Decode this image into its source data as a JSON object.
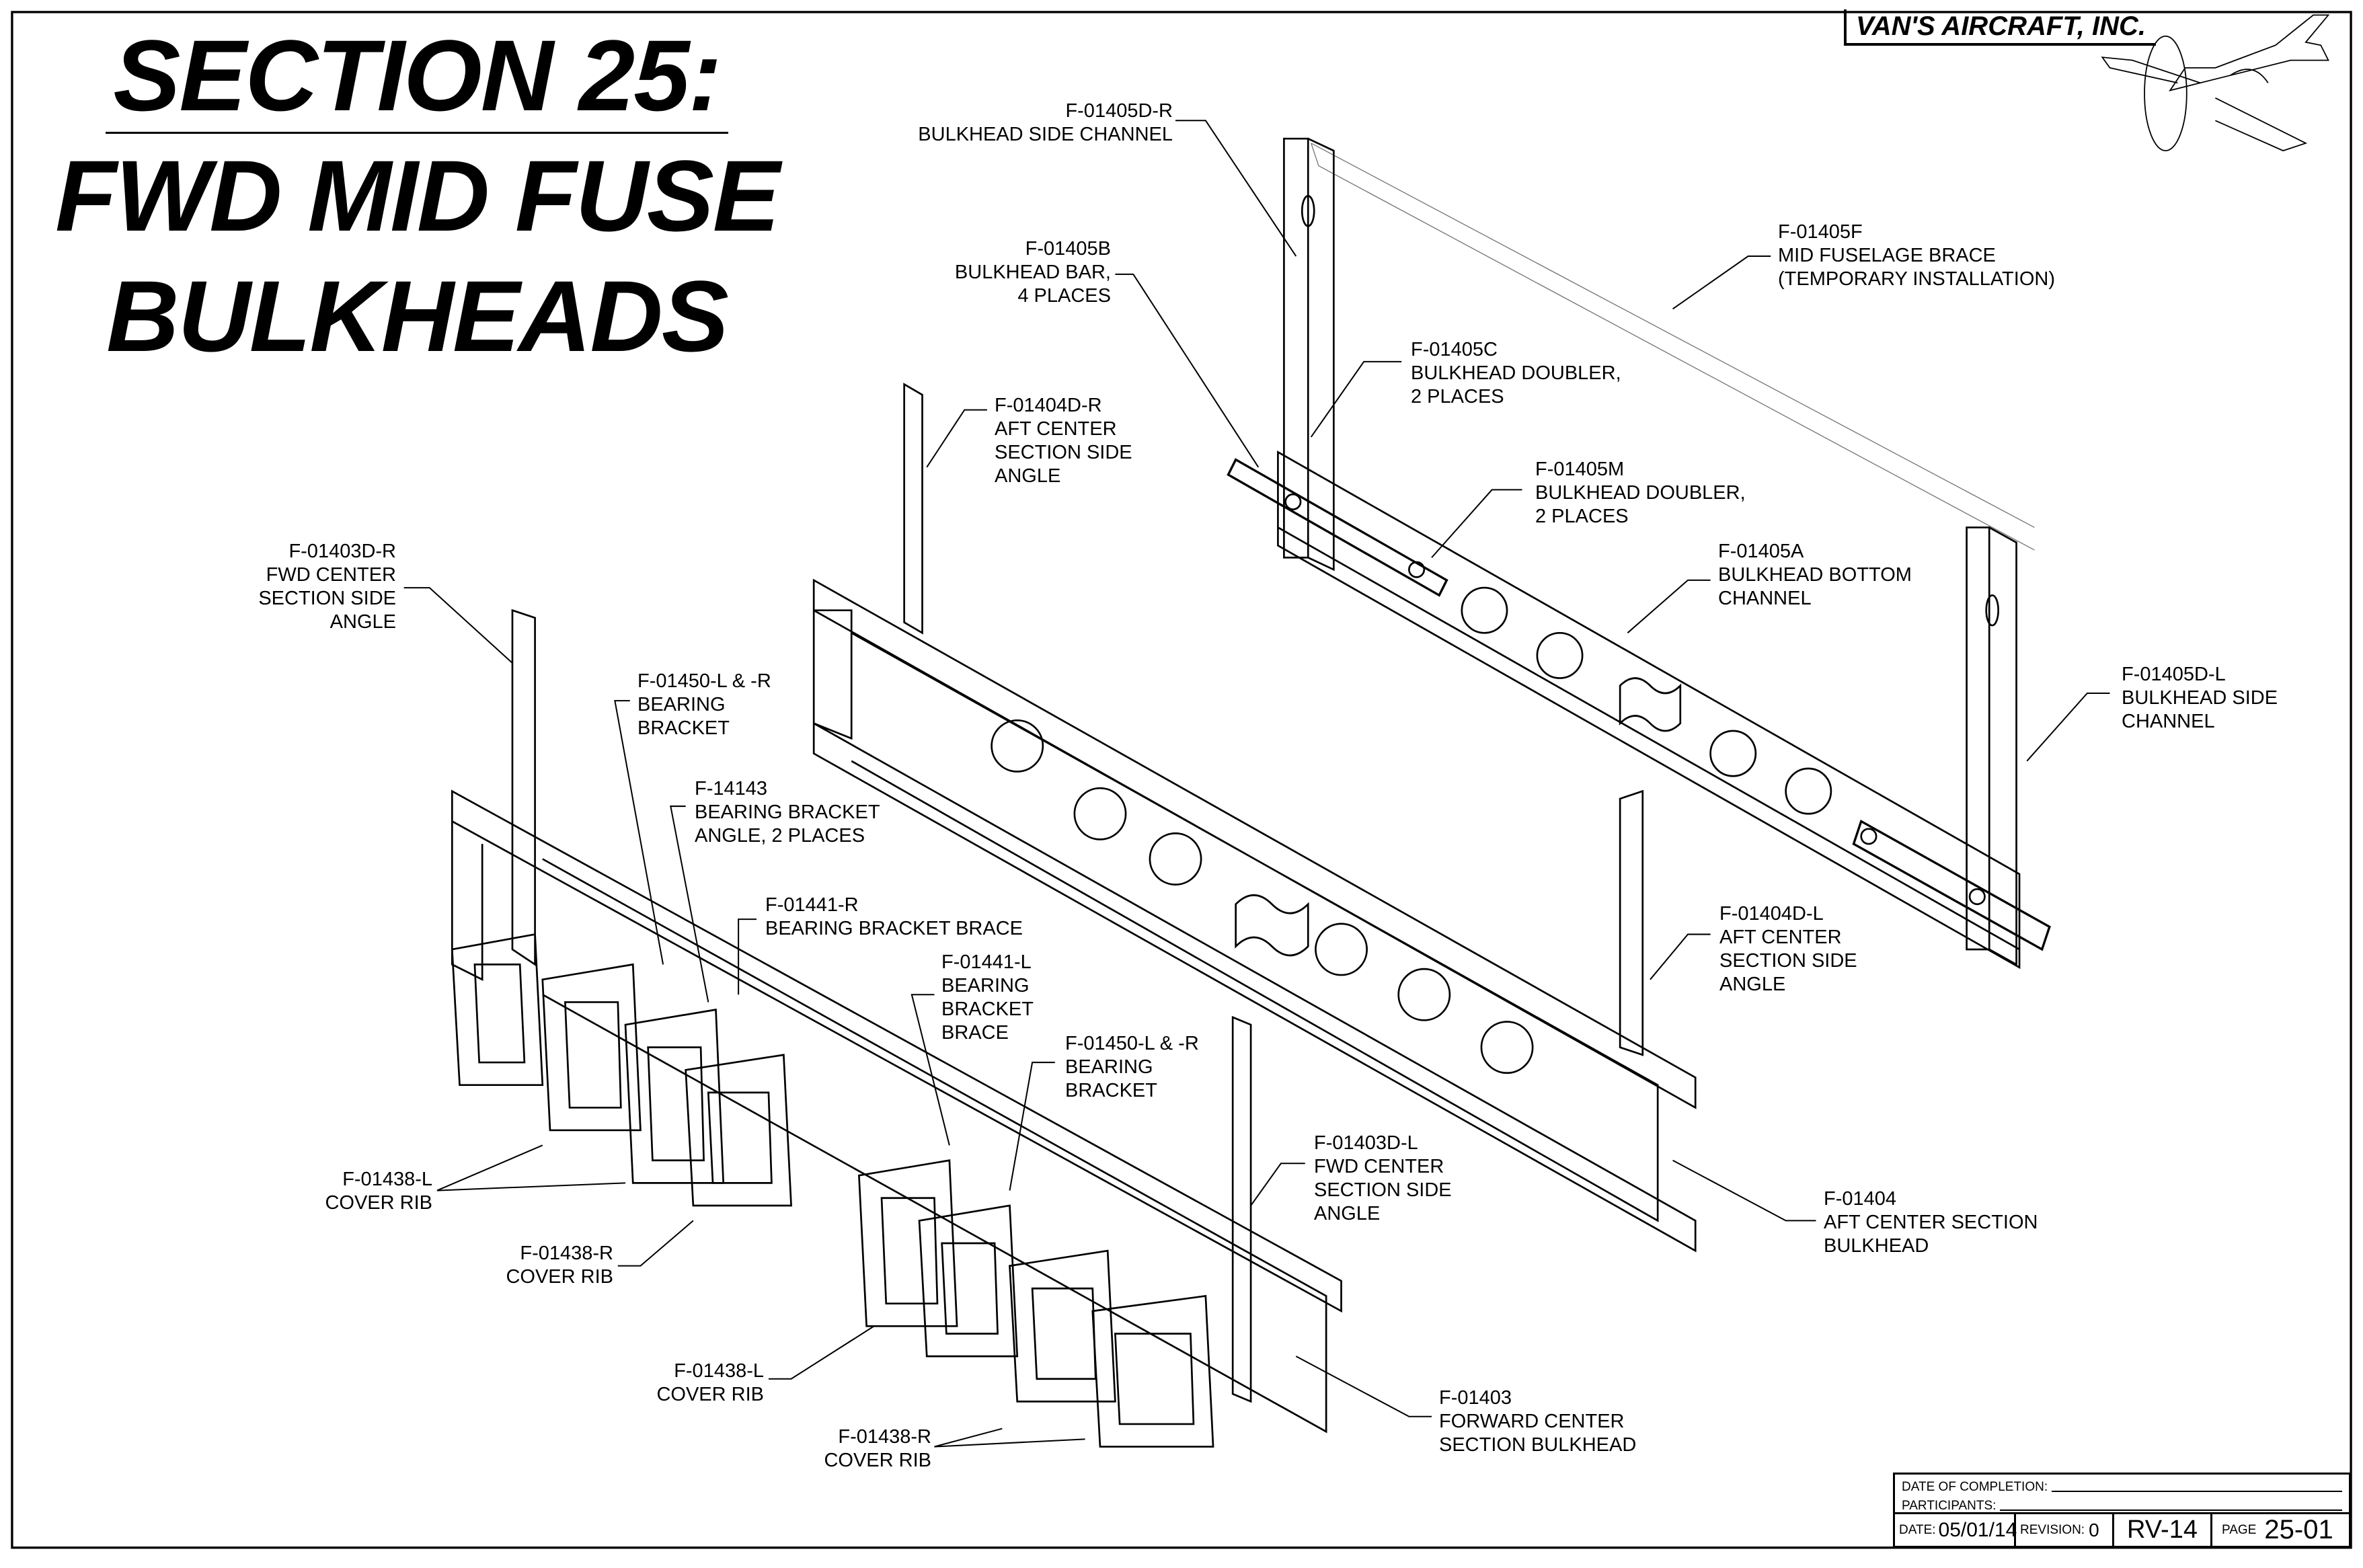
{
  "title": {
    "line1": "SECTION 25:",
    "line2": "FWD MID FUSE",
    "line3": "BULKHEADS"
  },
  "brand": {
    "name": "VAN'S AIRCRAFT, INC.",
    "logo_icon": "airplane-icon"
  },
  "callouts": [
    {
      "part": "F-01405D-R",
      "desc": "BULKHEAD SIDE CHANNEL"
    },
    {
      "part": "F-01405B",
      "desc": "BULKHEAD BAR,\n4 PLACES"
    },
    {
      "part": "F-01405F",
      "desc": "MID FUSELAGE BRACE\n(TEMPORARY INSTALLATION)"
    },
    {
      "part": "F-01405C",
      "desc": "BULKHEAD DOUBLER,\n2 PLACES"
    },
    {
      "part": "F-01404D-R",
      "desc": "AFT CENTER\nSECTION SIDE\nANGLE"
    },
    {
      "part": "F-01405M",
      "desc": "BULKHEAD DOUBLER,\n2 PLACES"
    },
    {
      "part": "F-01405A",
      "desc": "BULKHEAD BOTTOM\nCHANNEL"
    },
    {
      "part": "F-01403D-R",
      "desc": "FWD CENTER\nSECTION SIDE\nANGLE"
    },
    {
      "part": "F-01405D-L",
      "desc": "BULKHEAD SIDE\nCHANNEL"
    },
    {
      "part": "F-01450-L & -R",
      "desc": "BEARING\nBRACKET"
    },
    {
      "part": "F-14143",
      "desc": "BEARING BRACKET\nANGLE, 2 PLACES"
    },
    {
      "part": "F-01441-R",
      "desc": "BEARING BRACKET BRACE"
    },
    {
      "part": "F-01404D-L",
      "desc": "AFT CENTER\nSECTION SIDE\nANGLE"
    },
    {
      "part": "F-01441-L",
      "desc": "BEARING\nBRACKET\nBRACE"
    },
    {
      "part": "F-01450-L & -R",
      "desc": "BEARING\nBRACKET"
    },
    {
      "part": "F-01403D-L",
      "desc": "FWD CENTER\nSECTION SIDE\nANGLE"
    },
    {
      "part": "F-01438-L",
      "desc": "COVER RIB"
    },
    {
      "part": "F-01404",
      "desc": "AFT CENTER SECTION\nBULKHEAD"
    },
    {
      "part": "F-01438-R",
      "desc": "COVER RIB"
    },
    {
      "part": "F-01438-L",
      "desc": "COVER RIB"
    },
    {
      "part": "F-01403",
      "desc": "FORWARD CENTER\nSECTION BULKHEAD"
    },
    {
      "part": "F-01438-R",
      "desc": "COVER RIB"
    }
  ],
  "title_block": {
    "completion_label": "DATE OF COMPLETION:",
    "participants_label": "PARTICIPANTS:",
    "date_label": "DATE:",
    "date": "05/01/14",
    "revision_label": "REVISION:",
    "revision": "0",
    "model": "RV-14",
    "page_label": "PAGE",
    "page": "25-01"
  }
}
